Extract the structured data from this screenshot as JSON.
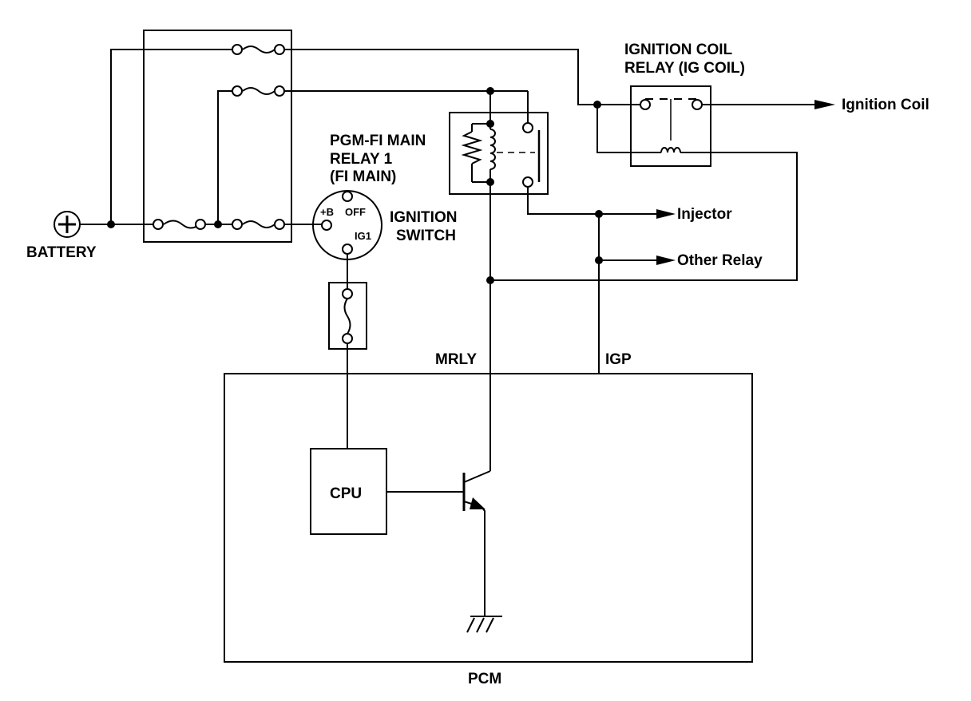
{
  "labels": {
    "battery": "BATTERY",
    "ig_coil_relay_line1": "IGNITION COIL",
    "ig_coil_relay_line2": "RELAY (IG COIL)",
    "main_relay_line1": "PGM-FI MAIN",
    "main_relay_line2": "RELAY 1",
    "main_relay_line3": "(FI MAIN)",
    "switch_line1": "IGNITION",
    "switch_line2": "SWITCH",
    "switch_b": "+B",
    "switch_off": "OFF",
    "switch_ig1": "IG1",
    "ignition_coil": "Ignition Coil",
    "injector": "Injector",
    "other_relay": "Other Relay",
    "mrly": "MRLY",
    "igp": "IGP",
    "cpu": "CPU",
    "pcm": "PCM"
  },
  "colors": {
    "line": "#000000",
    "background": "#ffffff"
  }
}
